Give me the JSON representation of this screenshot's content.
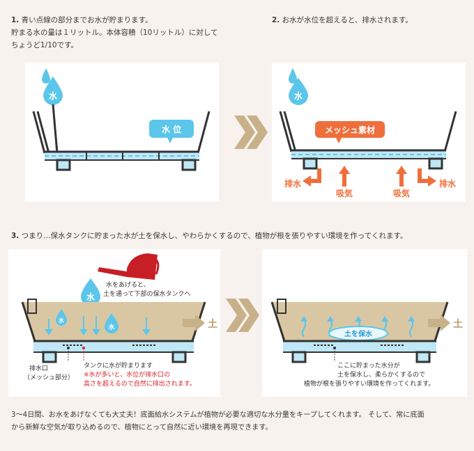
{
  "step1": {
    "number": "1.",
    "line1": "青い点線の部分までお水が貯まります。",
    "line2": "貯まる水の量は１リットル。本体容積（10リットル）に対して",
    "line3": "ちょうど1/10です。"
  },
  "step2": {
    "number": "2.",
    "line1": "お水が水位を超えると、排水されます。"
  },
  "step3": {
    "number": "3.",
    "line1": "つまり…保水タンクに貯まった水が土を保水し、やわらかくするので、植物が根を張りやすい環境を作ってくれます。"
  },
  "panel1": {
    "drop_label": "水",
    "badge": "水 位"
  },
  "panel2": {
    "drop_label": "水",
    "badge": "メッシュ素材",
    "drain": "排水",
    "intake": "吸気"
  },
  "panel3": {
    "drop_label": "水",
    "small_drop_label": "水",
    "note": [
      "水をあげると、",
      "土を通って下部の保水タンクへ"
    ],
    "soil": "土",
    "drain_label": "排水口",
    "drain_sub": "（メッシュ部分）",
    "tank_note": "タンクに水が貯まります",
    "warning": [
      "※水が多いと、水位が排水口の",
      "高さを超えるので自然に排出されます。"
    ]
  },
  "panel4": {
    "oval": "土を保水",
    "soil": "土",
    "note": [
      "ここに貯まった水分が",
      "土を保水し、柔らかくするので",
      "植物が根を張りやすい環境を作ってくれます。"
    ]
  },
  "summary": {
    "line1": "3〜4日間、お水をあげなくても大丈夫！底面給水システムが植物が必要な適切な水分量をキープしてくれます。 そして、常に底面",
    "line2": "から新鮮な空気が取り込めるので、植物にとって自然に近い環境を再現できます。"
  },
  "colors": {
    "water": "#5cc6ea",
    "tank": "#bfe7f6",
    "accent": "#ef6f3c",
    "chevron": "#c8b089",
    "soil": "#d9c7a4",
    "red": "#d7232a",
    "can": "#c81e25"
  }
}
